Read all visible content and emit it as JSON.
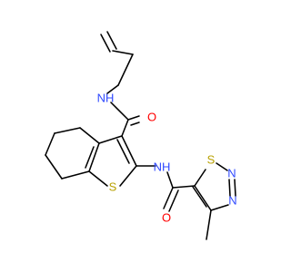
{
  "colors": {
    "background": "#ffffff",
    "bond": "#000000",
    "oxygen": "#ff0000",
    "nitrogen": "#2f49ff",
    "sulfur": "#b8a000"
  },
  "atoms": {
    "amide_nh_top": "NH",
    "amide_o_top": "O",
    "thiophene_s": "S",
    "amide_nh_middle": "NH",
    "thiadiazole_s": "S",
    "thiadiazole_n_upper": "N",
    "thiadiazole_n_lower": "N",
    "amide_o_bottom": "O"
  }
}
